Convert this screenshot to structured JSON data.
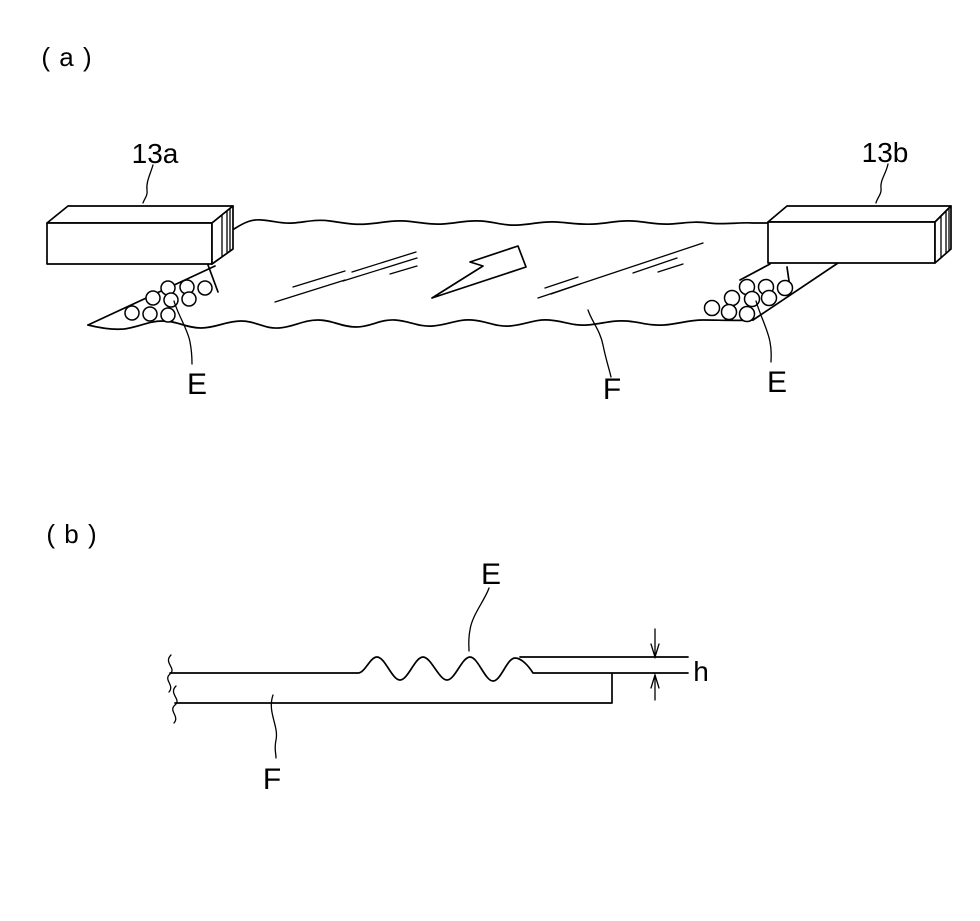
{
  "colors": {
    "background": "#ffffff",
    "line": "#000000"
  },
  "figure_a": {
    "panel_label": "( a )",
    "left_clamp_label": "13a",
    "right_clamp_label": "13b",
    "left_emboss_label": "E",
    "right_emboss_label": "E",
    "film_label": "F"
  },
  "figure_b": {
    "panel_label": "( b )",
    "emboss_label": "E",
    "film_label": "F",
    "emboss_height_label": "h"
  }
}
